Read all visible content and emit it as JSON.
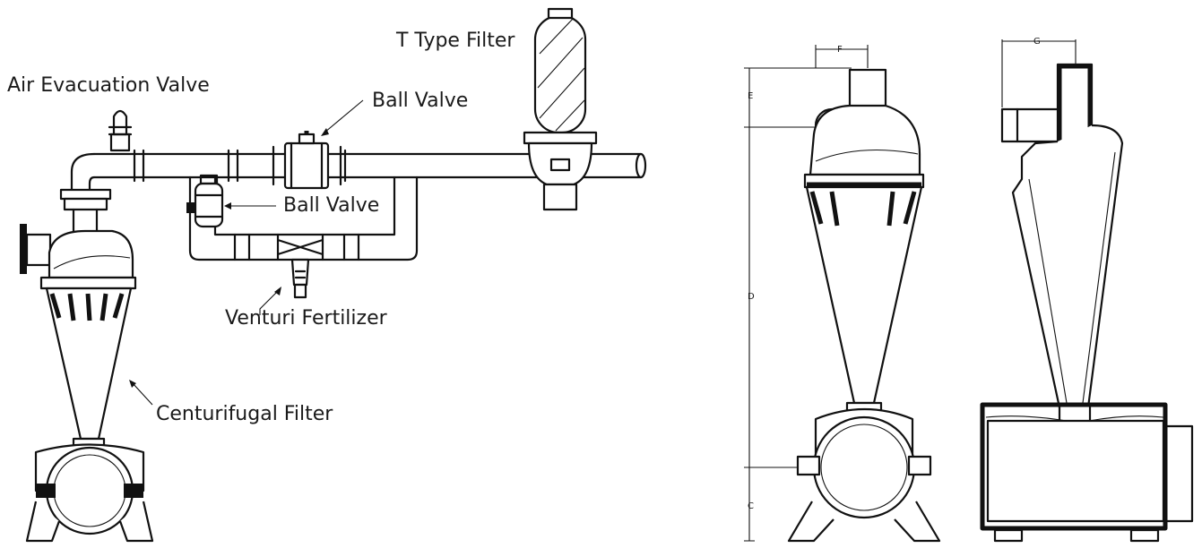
{
  "labels": {
    "t_type_filter": "T Type Filter",
    "air_evacuation_valve": "Air Evacuation Valve",
    "ball_valve_top": "Ball Valve",
    "ball_valve_side": "Ball Valve",
    "venturi_fertilizer": "Venturi Fertilizer",
    "centrifugal_filter": "Centurifugal Filter"
  },
  "dimensions": {
    "c": "C",
    "d": "D",
    "e": "E",
    "f": "F",
    "g": "G"
  }
}
